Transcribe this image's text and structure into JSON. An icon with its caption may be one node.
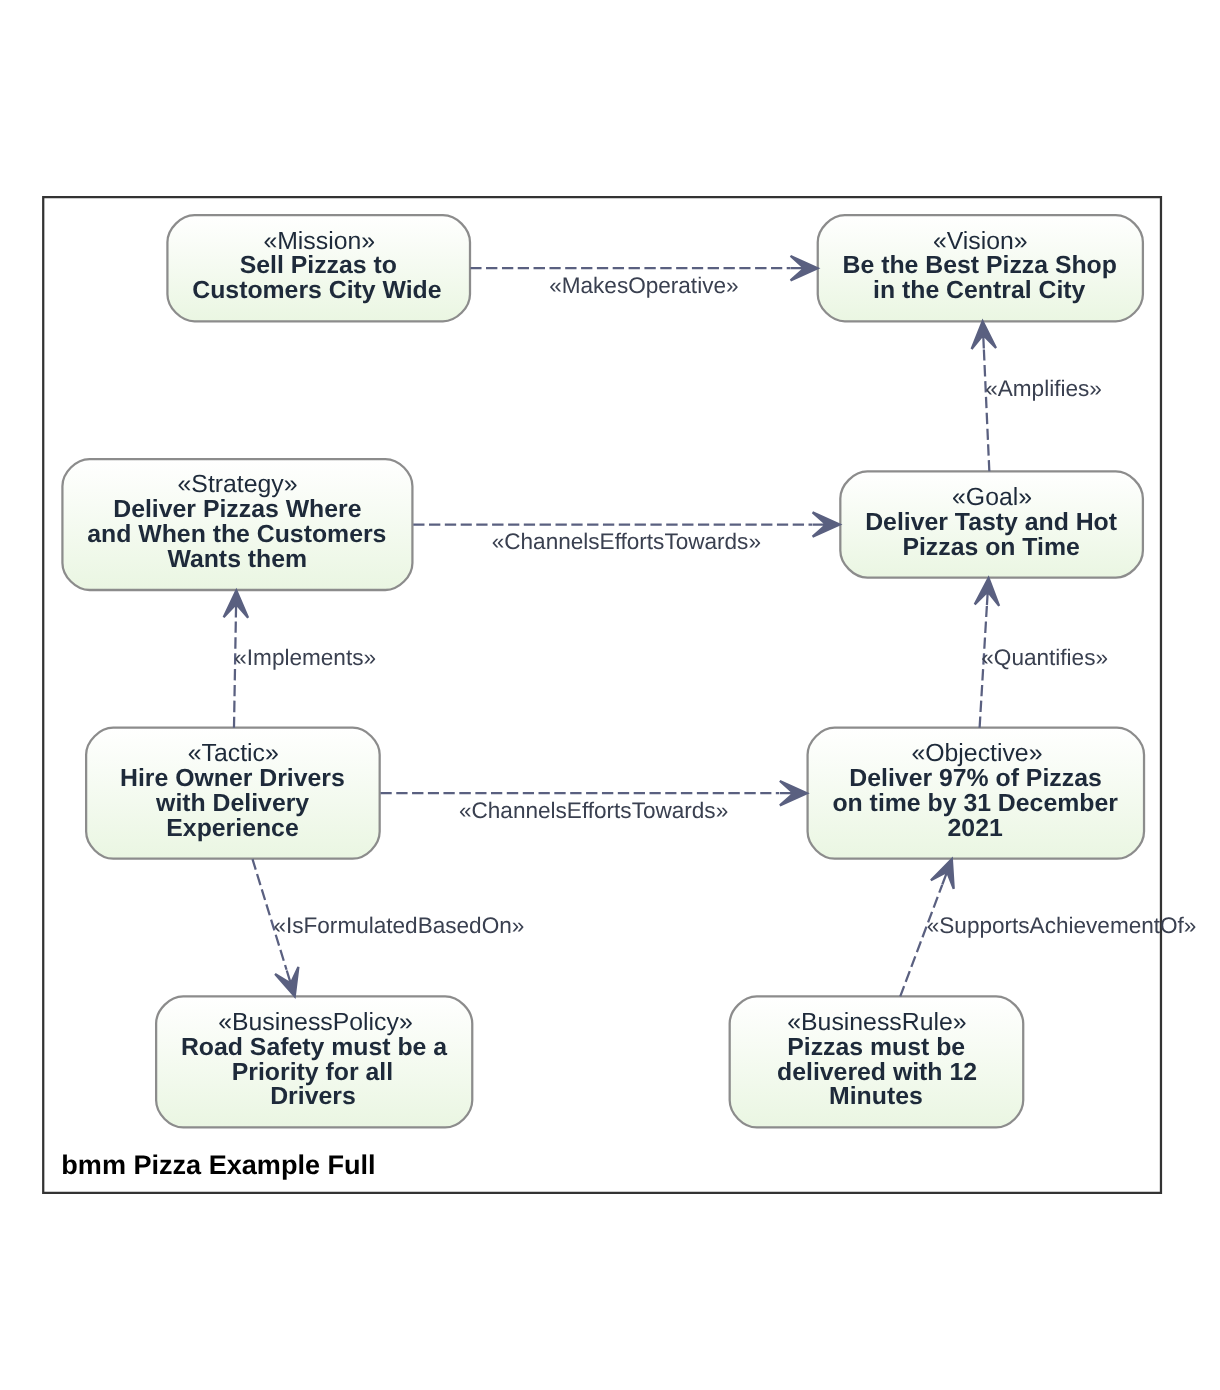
{
  "diagram": {
    "nodes": [
      {
        "text": [
          "bmm Pizza Example Full"
        ]
      },
      {
        "text": [
          "«Vision»",
          "Be the Best Pizza Shop in the Central City"
        ],
        "in": 0
      },
      {
        "text": [
          "«Mission»",
          "Sell Pizzas to Customers City Wide"
        ],
        "in": 0
      },
      {
        "text": [
          "«Goal»",
          "Deliver Tasty and Hot Pizzas on Time"
        ],
        "in": 0
      },
      {
        "text": [
          "«Strategy»",
          "Deliver Pizzas Where and When the Customers Wants them"
        ],
        "in": 0
      },
      {
        "text": [
          "«Objective»",
          "Deliver 97% of Pizzas on time by 31 December 2021"
        ],
        "in": 0
      },
      {
        "text": [
          "«Tactic»",
          "Hire Owner Drivers with Delivery Experience"
        ],
        "in": 0
      },
      {
        "text": [
          "«BusinessRule»",
          "Pizzas must be delivered with 12 Minutes"
        ],
        "in": 0
      },
      {
        "text": [
          "«BusinessPolicy»",
          "Road Safety must be a Priority for all Drivers"
        ],
        "in": 0
      }
    ],
    "edges": [
      {
        "from": 2,
        "to": 1,
        "arrow": "to",
        "label": "«MakesOperative»",
        "style": "dashed"
      },
      {
        "from": 3,
        "to": 1,
        "arrow": "to",
        "label": "«Amplifies»",
        "style": "dashed"
      },
      {
        "from": 4,
        "to": 3,
        "arrow": "to",
        "label": "«ChannelsEffortsTowards»",
        "style": "dashed"
      },
      {
        "from": 5,
        "to": 3,
        "arrow": "to",
        "label": "«Quantifies»",
        "style": "dashed"
      },
      {
        "from": 6,
        "to": 4,
        "arrow": "to",
        "label": "«Implements»",
        "style": "dashed"
      },
      {
        "from": 6,
        "to": 5,
        "arrow": "to",
        "label": "«ChannelsEffortsTowards»",
        "style": "dashed"
      },
      {
        "from": 7,
        "to": 5,
        "arrow": "to",
        "label": "«SupportsAchievementOf»",
        "style": "dashed"
      },
      {
        "from": 6,
        "to": 8,
        "arrow": "to",
        "label": "«IsFormulatedBasedOn»",
        "style": "dashed"
      }
    ]
  }
}
